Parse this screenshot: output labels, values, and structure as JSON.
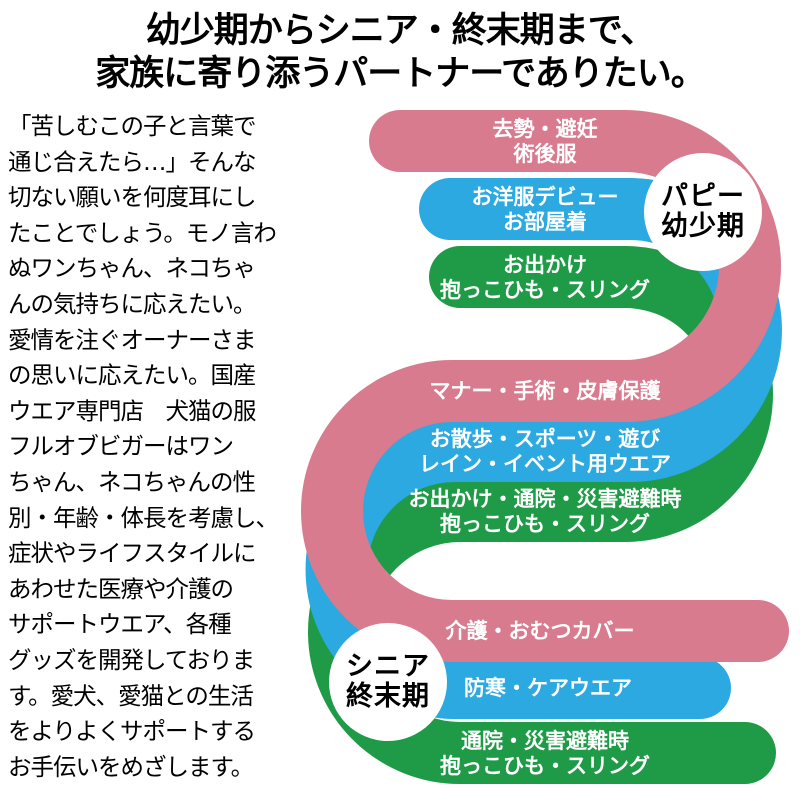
{
  "title": {
    "line1": "幼少期からシニア・終末期まで、",
    "line2": "家族に寄り添うパートナーでありたい。"
  },
  "intro": {
    "text": "「苦しむこの子と言葉で\n通じ合えたら…」そんな\n切ない願いを何度耳にし\nたことでしょう。モノ言わ\nぬワンちゃん、ネコちゃ\nんの気持ちに応えたい。\n愛情を注ぐオーナーさま\nの思いに応えたい。国産\nウエア専門店　犬猫の服\nフルオブビガーはワン\nちゃん、ネコちゃんの性\n別・年齢・体長を考慮し、\n症状やライフスタイルに\nあわせた医療や介護の\nサポートウエア、各種\nグッズを開発しておりま\nす。愛犬、愛猫との生活\nをよりよくサポートする\nお手伝いをめざします。"
  },
  "diagram": {
    "colors": {
      "pink": "#d97b8e",
      "blue": "#2ba9e0",
      "green": "#1f9b47",
      "circle_fill": "#ffffff",
      "band_text": "#ffffff",
      "stage_text": "#000000"
    },
    "stages": [
      {
        "name": "puppy",
        "line1": "パピー",
        "line2": "幼少期"
      },
      {
        "name": "senior",
        "line1": "シニア",
        "line2": "終末期"
      }
    ],
    "bands": [
      {
        "color": "pink",
        "lines": [
          "去勢・避妊",
          "術後服"
        ]
      },
      {
        "color": "blue",
        "lines": [
          "お洋服デビュー",
          "お部屋着"
        ]
      },
      {
        "color": "green",
        "lines": [
          "お出かけ",
          "抱っこひも・スリング"
        ]
      },
      {
        "color": "pink",
        "lines": [
          "マナー・手術・皮膚保護"
        ]
      },
      {
        "color": "blue",
        "lines": [
          "お散歩・スポーツ・遊び",
          "レイン・イベント用ウエア"
        ]
      },
      {
        "color": "green",
        "lines": [
          "お出かけ・通院・災害避難時",
          "抱っこひも・スリング"
        ]
      },
      {
        "color": "pink",
        "lines": [
          "介護・おむつカバー"
        ]
      },
      {
        "color": "blue",
        "lines": [
          "防寒・ケアウエア"
        ]
      },
      {
        "color": "green",
        "lines": [
          "通院・災害避難時",
          "抱っこひも・スリング"
        ]
      }
    ]
  }
}
